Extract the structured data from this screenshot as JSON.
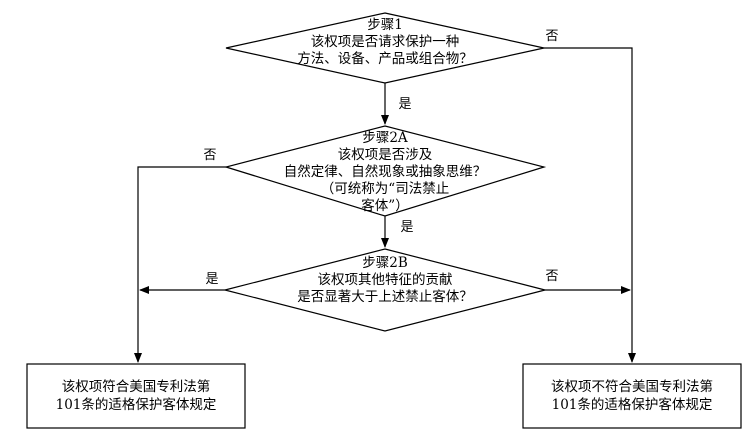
{
  "nodes": {
    "step1": {
      "lines": [
        "步骤1",
        "该权项是否请求保护一种",
        "方法、设备、产品或组合物？"
      ]
    },
    "step2a": {
      "lines": [
        "步骤2A",
        "该权项是否涉及",
        "自然定律、自然现象或抽象思维？",
        "（可统称为“司法禁止",
        "客体”）"
      ]
    },
    "step2b": {
      "lines": [
        "步骤2B",
        "该权项其他特征的贡献",
        "是否显著大于上述禁止客体？"
      ]
    },
    "eligible": {
      "lines": [
        "该权项符合美国专利法第",
        "101条的适格保护客体规定"
      ]
    },
    "ineligible": {
      "lines": [
        "该权项不符合美国专利法第",
        "101条的适格保护客体规定"
      ]
    }
  },
  "edges": {
    "step1_no": "否",
    "step1_yes": "是",
    "step2a_no": "否",
    "step2a_yes": "是",
    "step2b_yes": "是",
    "step2b_no": "否"
  }
}
